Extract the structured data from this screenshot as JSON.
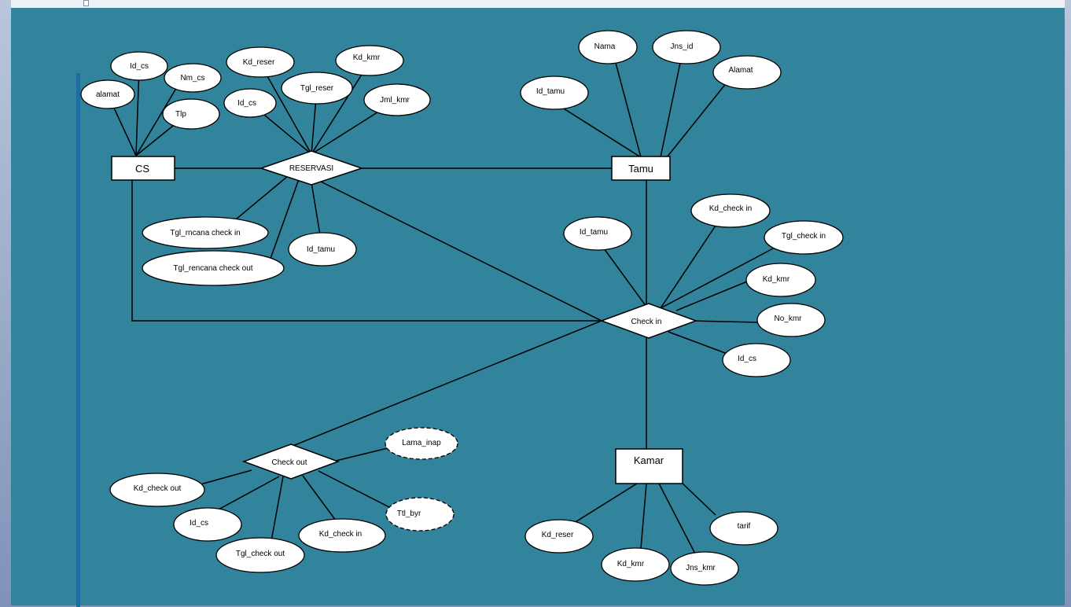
{
  "diagram": {
    "entities": {
      "cs": "CS",
      "tamu": "Tamu",
      "kamar": "Kamar"
    },
    "relationships": {
      "reservasi": "RESERVASI",
      "check_in": "Check in",
      "check_out": "Check out"
    },
    "attributes": {
      "cs": [
        "Id_cs",
        "Nm_cs",
        "alamat",
        "Tlp"
      ],
      "reservasi": [
        "Kd_reser",
        "Kd_kmr",
        "Tgl_reser",
        "Id_cs",
        "Jml_kmr",
        "Tgl_rncana check in",
        "Tgl_rencana check out",
        "Id_tamu"
      ],
      "tamu": [
        "Nama",
        "Jns_id",
        "Alamat",
        "Id_tamu"
      ],
      "check_in": [
        "Kd_check in",
        "Id_tamu",
        "Tgl_check in",
        "Kd_kmr",
        "No_kmr",
        "Id_cs"
      ],
      "check_out": [
        "Lama_inap",
        "Kd_check out",
        "Ttl_byr",
        "Id_cs",
        "Kd_check in",
        "Tgl_check out"
      ],
      "kamar": [
        "tarif",
        "Kd_reser",
        "Kd_kmr",
        "Jns_kmr"
      ]
    }
  },
  "colors": {
    "canvas": "#31849b",
    "margin_bar": "#1f6aa8",
    "shape_fill": "#ffffff",
    "stroke": "#000000"
  }
}
